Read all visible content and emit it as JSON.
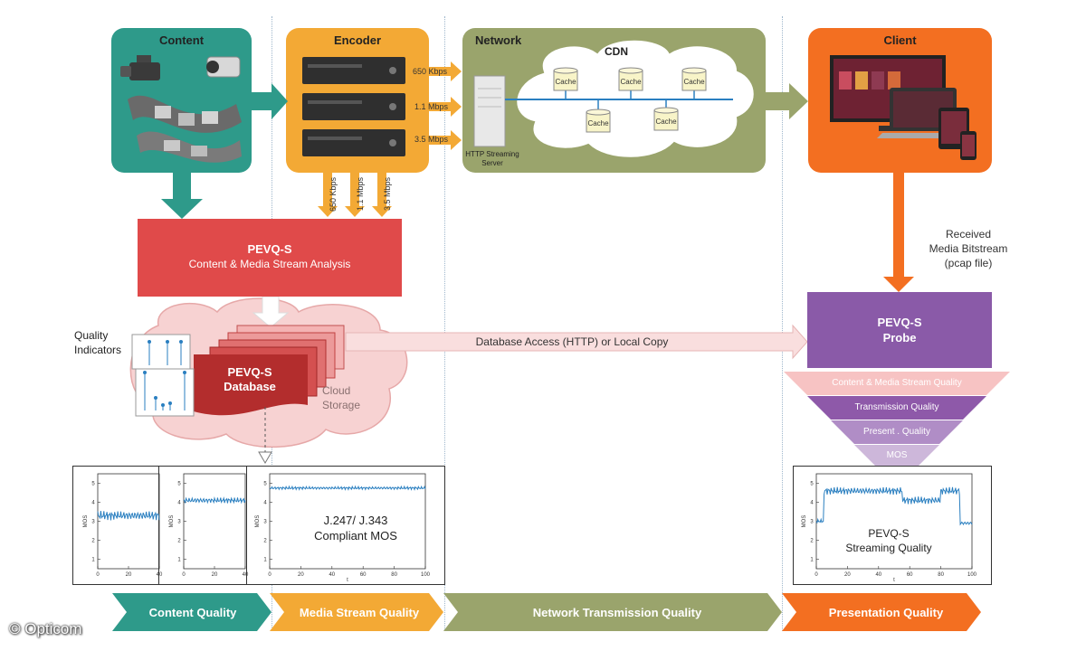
{
  "stages": {
    "content": {
      "title": "Content",
      "color": "#2e9a8a"
    },
    "encoder": {
      "title": "Encoder",
      "color": "#f3a935"
    },
    "network": {
      "title": "Network",
      "color": "#9aa46c"
    },
    "client": {
      "title": "Client",
      "color": "#f36f21"
    }
  },
  "encoder_rates": [
    "650 Kbps",
    "1.1 Mbps",
    "3.5 Mbps"
  ],
  "network": {
    "cdn_label": "CDN",
    "cache_label": "Cache",
    "server_label": "HTTP Streaming Server"
  },
  "pevq_analysis": {
    "line1": "PEVQ-S",
    "line2": "Content & Media Stream Analysis",
    "color": "#e04a4a"
  },
  "database": {
    "line1": "PEVQ-S",
    "line2": "Database",
    "cloud_line1": "Cloud",
    "cloud_line2": "Storage"
  },
  "quality_indicators": {
    "line1": "Quality",
    "line2": "Indicators"
  },
  "db_access": "Database Access (HTTP) or Local Copy",
  "received": {
    "line1": "Received",
    "line2": "Media Bitstream",
    "line3": "(pcap file)"
  },
  "probe": {
    "line1": "PEVQ-S",
    "line2": "Probe",
    "color": "#8a5aa8"
  },
  "funnel": [
    "Content & Media Stream Quality",
    "Transmission Quality",
    "Present . Quality",
    "MOS"
  ],
  "plots": {
    "ylabel": "MOS",
    "xlabel": "t",
    "mos_caption_1": "J.247/ J.343",
    "mos_caption_2": "Compliant MOS",
    "stream_caption_1": "PEVQ-S",
    "stream_caption_2": "Streaming Quality"
  },
  "bottom_bar": [
    {
      "label": "Content Quality",
      "color": "#2e9a8a"
    },
    {
      "label": "Media Stream Quality",
      "color": "#f3a935"
    },
    {
      "label": "Network Transmission Quality",
      "color": "#9aa46c"
    },
    {
      "label": "Presentation Quality",
      "color": "#f36f21"
    }
  ],
  "copyright": "© Opticom"
}
